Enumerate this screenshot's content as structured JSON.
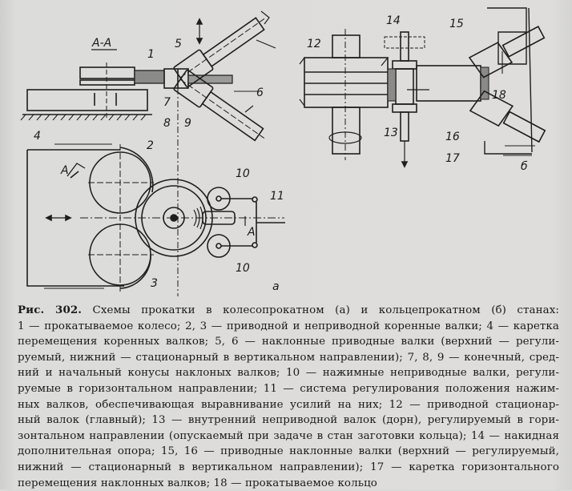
{
  "figure": {
    "number_label": "Рис. 302.",
    "section_label": "A-A",
    "section_marker": "A",
    "subfigure_labels": {
      "a": "а",
      "b": "б"
    },
    "part_labels": [
      "1",
      "2",
      "3",
      "4",
      "5",
      "6",
      "7",
      "8",
      "9",
      "10",
      "10",
      "11",
      "12",
      "13",
      "14",
      "15",
      "16",
      "17",
      "18"
    ]
  },
  "caption": {
    "lines": [
      "Схемы прокатки в колесопрокатном (а) и кольцепрокатном (б) станах:",
      "1 — прокатываемое колесо; 2, 3 — приводной и неприводной коренные валки; 4 — каретка",
      "перемещения коренных валков; 5, 6 — наклонные приводные валки (верхний — регули-",
      "руемый, нижний — стационарный в вертикальном направлении); 7, 8, 9 — конечный, сред-",
      "ний и начальный конусы наклоных валков; 10 — нажимные неприводные валки, регули-",
      "руемые в горизонтальном  направлении; 11 — система регулирования положения нажим-",
      "ных валков, обеспечивающая выравнивание усилий на них; 12 — приводной стационар-",
      "ный валок (главный); 13 — внутренний неприводной валок (дорн), регулируемый в гори-",
      "зонтальном направлении (опускаемый при задаче в стан заготовки кольца); 14 — накидная",
      "дополнительная опора; 15, 16 — приводные наклонные валки (верхний — регулируемый,",
      "нижний — стационарный в вертикальном направлении); 17 — каретка горизонтального",
      "перемещения наклонных валков; 18 — прокатываемое кольцо"
    ]
  }
}
